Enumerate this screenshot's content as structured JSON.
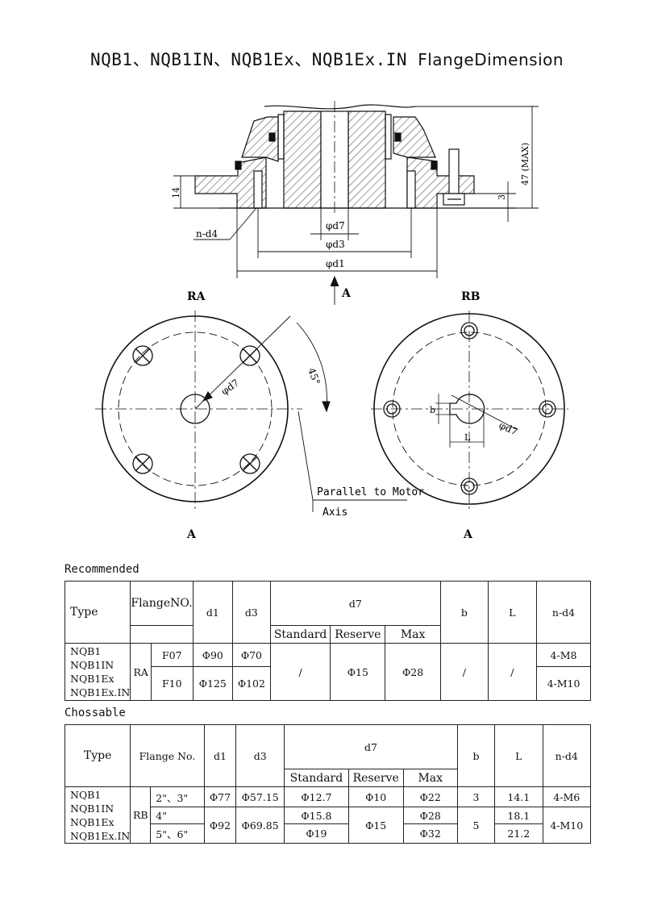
{
  "title": {
    "models": "NQB1、NQB1IN、NQB1Ex、NQB1Ex.IN",
    "suffix": "FlangeDimension"
  },
  "drawing": {
    "labels": {
      "n_d4": "n-d4",
      "dim_14": "14",
      "dim_3": "3",
      "dim_47": "47 (MAX)",
      "phi_d7": "φd7",
      "phi_d3": "φd3",
      "phi_d1": "φd1",
      "view_arrow": "A",
      "ra": "RA",
      "rb": "RB",
      "angle": "45°",
      "ra_d7": "φd7",
      "rb_d7": "φd7",
      "rb_b": "b",
      "rb_L": "L",
      "note_line1": "Parallel to Motor",
      "note_line2": "Axis",
      "ra_bottom": "A",
      "rb_bottom": "A"
    }
  },
  "recommended": {
    "label": "Recommended",
    "headers": {
      "type": "Type",
      "flange": "FlangeNO.",
      "d1": "d1",
      "d3": "d3",
      "d7": "d7",
      "standard": "Standard",
      "reserve": "Reserve",
      "max": "Max",
      "b": "b",
      "L": "L",
      "nd4": "n-d4"
    },
    "types": [
      "NQB1",
      "NQB1IN",
      "NQB1Ex",
      "NQB1Ex.IN"
    ],
    "group": "RA",
    "rows": [
      {
        "flange": "F07",
        "d1": "Φ90",
        "d3": "Φ70",
        "nd4": "4-M8"
      },
      {
        "flange": "F10",
        "d1": "Φ125",
        "d3": "Φ102",
        "nd4": "4-M10"
      }
    ],
    "shared": {
      "standard": "/",
      "reserve": "Φ15",
      "max": "Φ28",
      "b": "/",
      "L": "/"
    }
  },
  "choosable": {
    "label": "Chossable",
    "headers": {
      "type": "Type",
      "flange": "Flange No.",
      "d1": "d1",
      "d3": "d3",
      "d7": "d7",
      "standard": "Standard",
      "reserve": "Reserve",
      "max": "Max",
      "b": "b",
      "L": "L",
      "nd4": "n-d4"
    },
    "types": [
      "NQB1",
      "NQB1IN",
      "NQB1Ex",
      "NQB1Ex.IN"
    ],
    "group": "RB",
    "row1": {
      "flange": "2\"、3\"",
      "d1": "Φ77",
      "d3": "Φ57.15",
      "standard": "Φ12.7",
      "reserve": "Φ10",
      "max": "Φ22",
      "b": "3",
      "L": "14.1",
      "nd4": "4-M6"
    },
    "row2": {
      "flange": "4\"",
      "standard": "Φ15.8",
      "max": "Φ28",
      "L": "18.1"
    },
    "row3": {
      "flange": "5\"、6\"",
      "standard": "Φ19",
      "max": "Φ32",
      "L": "21.2"
    },
    "shared23": {
      "d1": "Φ92",
      "d3": "Φ69.85",
      "reserve": "Φ15",
      "b": "5",
      "nd4": "4-M10"
    }
  }
}
